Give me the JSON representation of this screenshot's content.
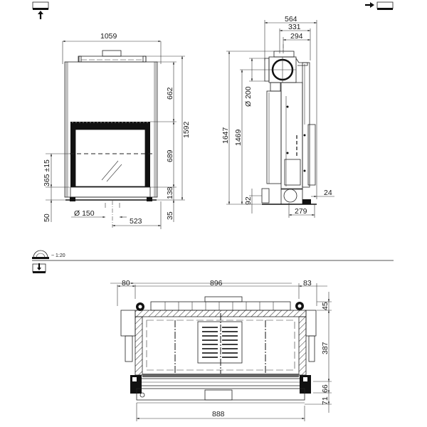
{
  "views": {
    "front": {
      "icon": "view-from-front-icon",
      "dimensions": {
        "overall_width": "1059",
        "upper_height": "662",
        "total_height": "1592",
        "door_height": "689",
        "base_height": "138",
        "bottom_offset": "35",
        "door_axis_height": "365 ±15",
        "floor_offset": "50",
        "air_inlet_diameter": "Ø 150",
        "air_inlet_offset": "523"
      }
    },
    "side": {
      "icon": "view-from-side-icon",
      "dimensions": {
        "overall_depth": "564",
        "flue_offset_1": "331",
        "flue_offset_2": "294",
        "flue_diameter": "Ø 200",
        "overall_height": "1647",
        "flue_center_height": "1469",
        "bottom_inlet_height": "92",
        "bottom_inlet_offset": "24",
        "bottom_inlet_depth": "279"
      }
    },
    "top": {
      "icon": "view-from-top-icon",
      "scale_icon": "scale-protractor-icon",
      "scale_label": "~ 1:20",
      "dimensions": {
        "left_offset": "80",
        "inner_width": "896",
        "right_offset": "83",
        "top_depth": "45",
        "body_depth": "387",
        "front_depth_1": "66",
        "front_depth_2": "71",
        "bottom_width": "888"
      }
    }
  },
  "colors": {
    "line": "#222222",
    "background": "#ffffff",
    "separator": "#555555"
  }
}
